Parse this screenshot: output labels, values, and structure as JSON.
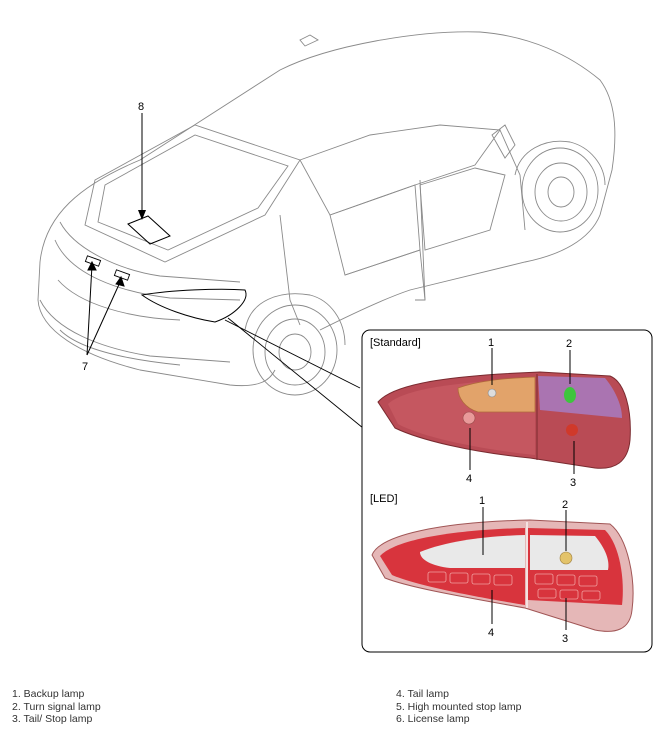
{
  "callouts": {
    "c8": "8",
    "c7": "7",
    "std1": "1",
    "std2": "2",
    "std3": "3",
    "std4": "4",
    "led1": "1",
    "led2": "2",
    "led3": "3",
    "led4": "4"
  },
  "inset": {
    "standard_label": "[Standard]",
    "led_label": "[LED]"
  },
  "legend": {
    "left": [
      "1. Backup lamp",
      "2. Turn signal lamp",
      "3. Tail/ Stop lamp"
    ],
    "right": [
      "4. Tail lamp",
      "5. High mounted stop lamp",
      "6. License lamp"
    ]
  }
}
